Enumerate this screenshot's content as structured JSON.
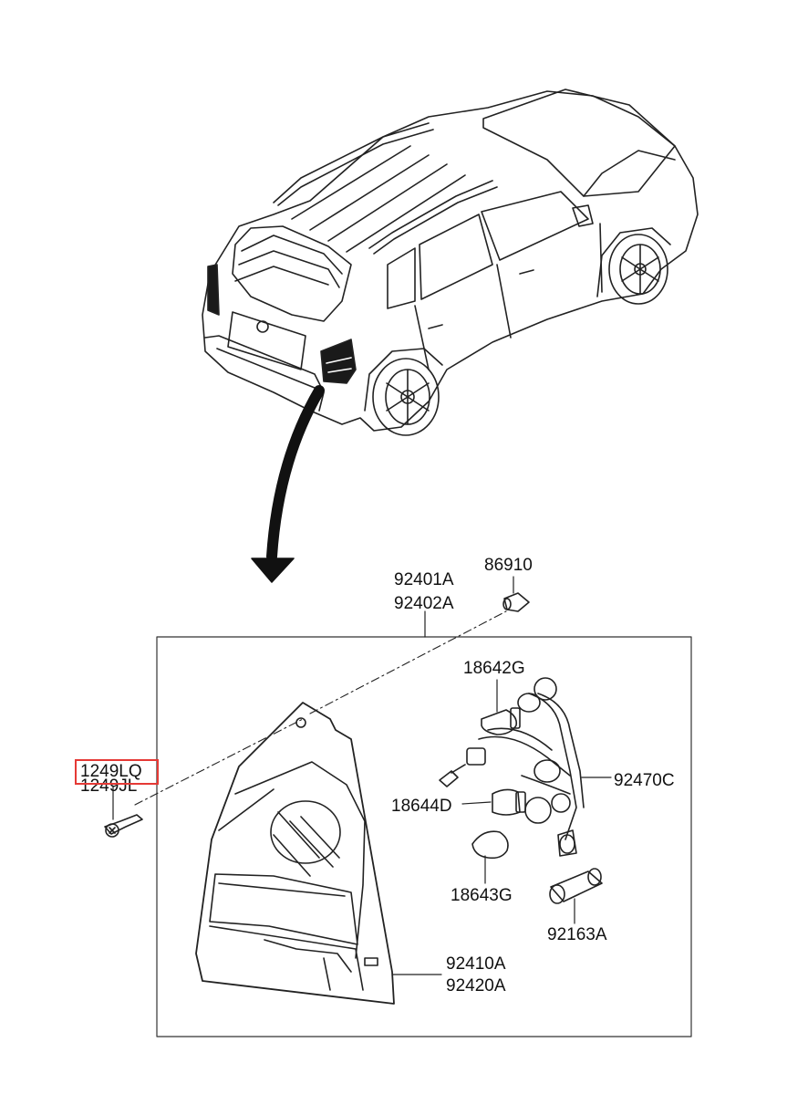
{
  "labels": {
    "p86910": "86910",
    "p92401a": "92401A",
    "p92402a": "92402A",
    "p18642g": "18642G",
    "p1249lq": "1249LQ",
    "p1249jl": "1249JL",
    "p92470c": "92470C",
    "p18644d": "18644D",
    "p18643g": "18643G",
    "p92163a": "92163A",
    "p92410a": "92410A",
    "p92420a": "92420A"
  },
  "highlight": {
    "part": "1249LQ",
    "color": "#e53935"
  }
}
